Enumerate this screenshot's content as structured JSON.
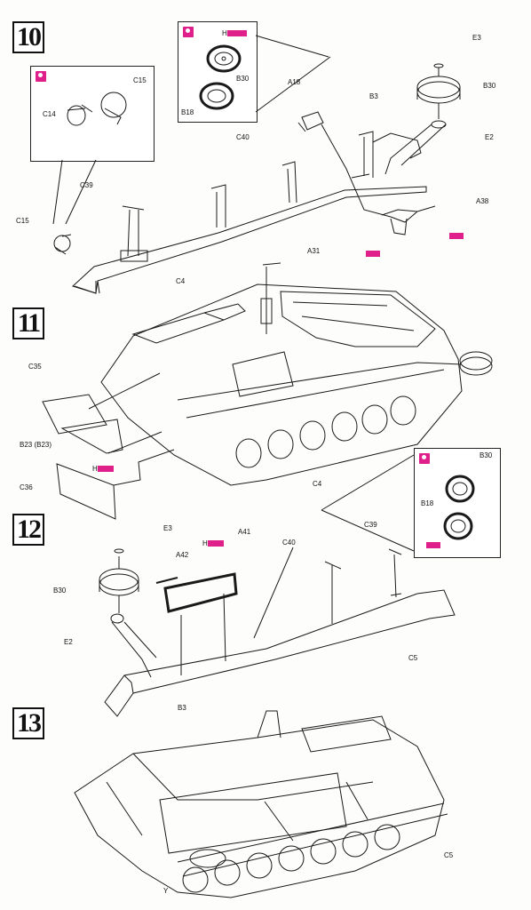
{
  "steps": [
    "10",
    "11",
    "12",
    "13"
  ],
  "labels": {
    "s10": {
      "e3": "E3",
      "b30": "B30",
      "e2": "E2",
      "a18": "A18",
      "b3": "B3",
      "a38": "A38",
      "c40": "C40",
      "c39": "C39",
      "c4": "C4",
      "c15": "C15",
      "c14": "C14",
      "c15b": "C15",
      "inset_b30": "B30",
      "inset_b18": "B18",
      "h": "H"
    },
    "s11": {
      "a31": "A31",
      "c35": "C35",
      "b23": "B23 (B23)",
      "c36": "C36",
      "c4": "C4",
      "h": "H"
    },
    "s12": {
      "e3": "E3",
      "b30": "B30",
      "e2": "E2",
      "a42": "A42",
      "a41": "A41",
      "c40": "C40",
      "c39": "C39",
      "c5": "C5",
      "b3": "B3",
      "inset_b30": "B30",
      "inset_b18": "B18",
      "h": "H"
    },
    "s13": {
      "c5": "C5",
      "y": "Y"
    }
  },
  "colors": {
    "paint_marker": "#e0208a",
    "line": "#1a1a1a"
  },
  "icons": [
    "glue-hint-icon",
    "paint-swatch-icon"
  ]
}
